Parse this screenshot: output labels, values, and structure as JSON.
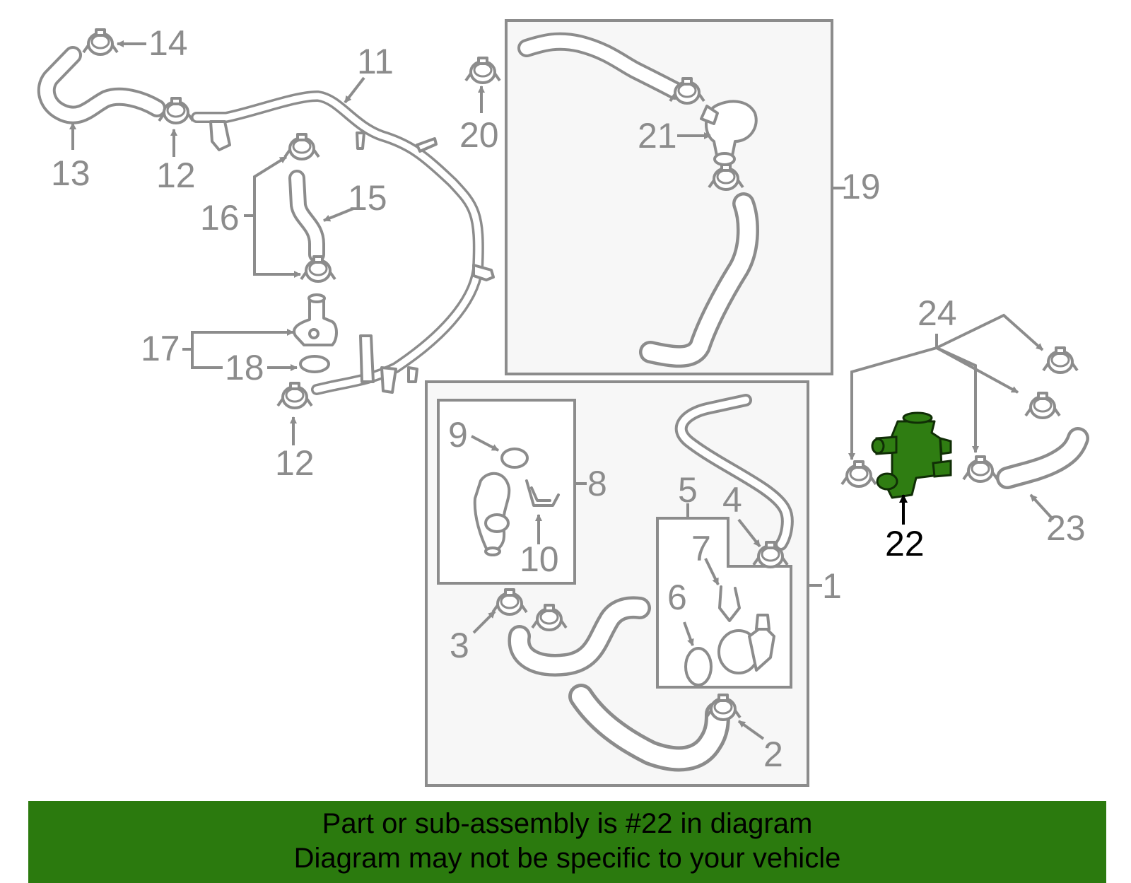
{
  "colors": {
    "accent": "#2b7a0e",
    "part_highlight": "#2f7d12",
    "line": "#8c8c8c",
    "box_fill": "#f7f7f7"
  },
  "callouts": {
    "c1": "1",
    "c2": "2",
    "c3": "3",
    "c4": "4",
    "c5": "5",
    "c6": "6",
    "c7": "7",
    "c8": "8",
    "c9": "9",
    "c10": "10",
    "c11": "11",
    "c12a": "12",
    "c12b": "12",
    "c13": "13",
    "c14": "14",
    "c15": "15",
    "c16": "16",
    "c17": "17",
    "c18": "18",
    "c19": "19",
    "c20": "20",
    "c21": "21",
    "c22": "22",
    "c23": "23",
    "c24": "24"
  },
  "highlighted_part": "22",
  "banner": {
    "line1": "Part or sub-assembly is #22 in diagram",
    "line2": "Diagram may not be specific to your vehicle"
  }
}
